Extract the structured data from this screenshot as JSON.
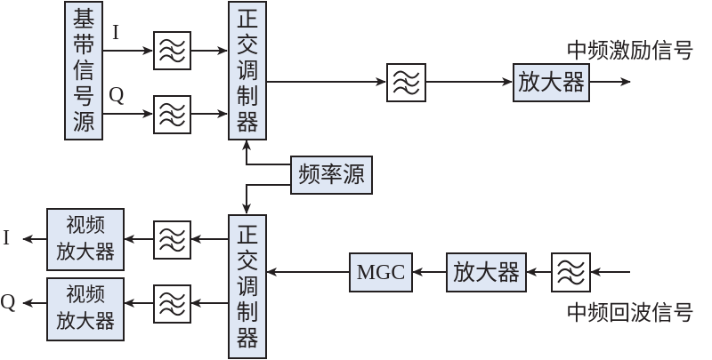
{
  "title": "中频收发通道框图",
  "colors": {
    "box_fill": "#dfe7f4",
    "stroke": "#231f20"
  },
  "blocks": {
    "baseband_source": "基带信号源",
    "iq_modulator_tx": "正交调制器",
    "frequency_source": "频率源",
    "tx_amplifier": "放大器",
    "iq_demodulator_rx": "正交调制器",
    "video_amp_i": [
      "视频",
      "放大器"
    ],
    "video_amp_q": [
      "视频",
      "放大器"
    ],
    "mgc": "MGC",
    "rx_amplifier": "放大器"
  },
  "signals": {
    "tx_i": "I",
    "tx_q": "Q",
    "rx_i": "I",
    "rx_q": "Q",
    "if_excitation_out": "中频激励信号",
    "if_echo_in": "中频回波信号"
  },
  "icons": {
    "filter": "filter-icon",
    "arrow": "arrow-icon"
  }
}
